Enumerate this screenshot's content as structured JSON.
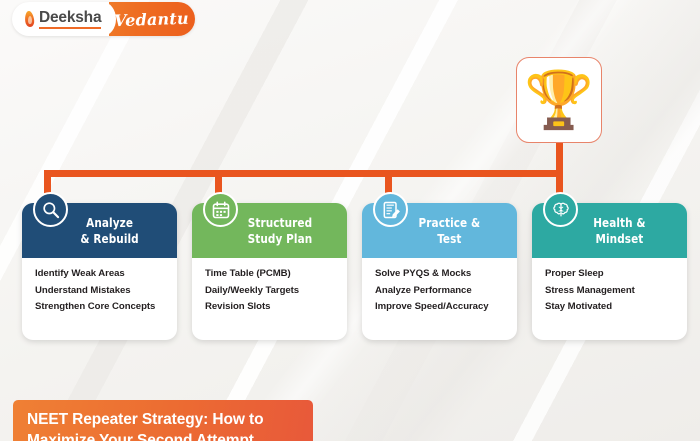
{
  "brand": {
    "logo_primary": "Deeksha",
    "logo_secondary": "Vedantu",
    "flame_icon": "flame-icon",
    "orange": "#ec6b22"
  },
  "hero": {
    "icon": "trophy-in-hand-emoji",
    "glyph": "🏆"
  },
  "connector": {
    "color": "#e9551f"
  },
  "cards": [
    {
      "title": "Analyze\n& Rebuild",
      "icon": "magnifier-icon",
      "header_color": "#204d77",
      "bullets": [
        "Identify Weak Areas",
        "Understand Mistakes",
        "Strengthen Core Concepts"
      ]
    },
    {
      "title": "Structured\nStudy Plan",
      "icon": "calendar-icon",
      "header_color": "#73b75c",
      "bullets": [
        "Time Table (PCMB)",
        "Daily/Weekly Targets",
        "Revision Slots"
      ]
    },
    {
      "title": "Practice &\nTest",
      "icon": "test-paper-icon",
      "header_color": "#62b7dc",
      "bullets": [
        "Solve PYQS & Mocks",
        "Analyze Performance",
        "Improve Speed/Accuracy"
      ]
    },
    {
      "title": "Health &\nMindset",
      "icon": "brain-icon",
      "header_color": "#2da9a2",
      "bullets": [
        "Proper Sleep",
        "Stress Management",
        "Stay Motivated"
      ]
    }
  ],
  "banner": {
    "text": "NEET Repeater Strategy: How to\nMaximize Your Second Attempt"
  }
}
